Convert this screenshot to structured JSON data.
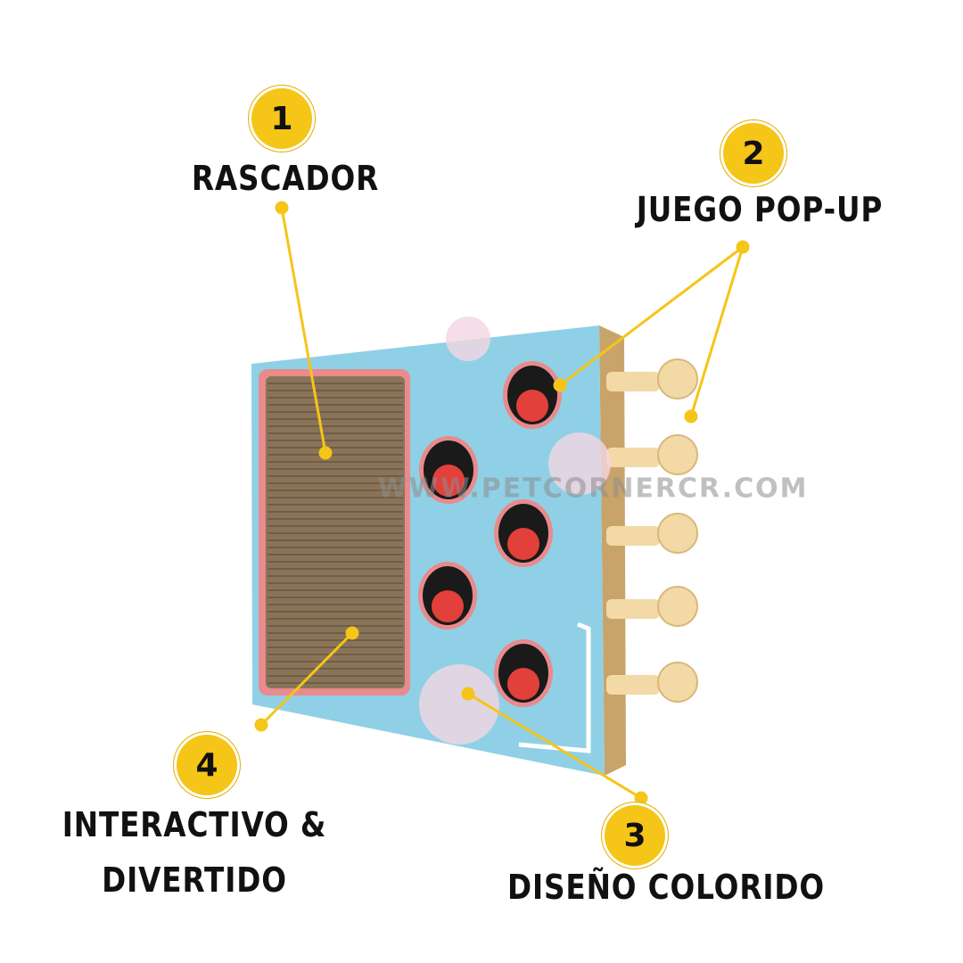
{
  "callouts": [
    {
      "number": "1",
      "label": "RASCADOR"
    },
    {
      "number": "2",
      "label": "JUEGO POP-UP"
    },
    {
      "number": "3",
      "label": "DISEÑO COLORIDO"
    },
    {
      "number": "4",
      "label_line1": "INTERACTIVO &",
      "label_line2": "DIVERTIDO"
    }
  ],
  "watermark": "WWW.PETCORNERCR.COM",
  "colors": {
    "accent": "#f5c518",
    "box_blue": "#8fd0e6",
    "cardboard": "#8a7459",
    "paw": "#f2d9a6",
    "pink": "#e98a8c",
    "mole": "#e2403a"
  }
}
